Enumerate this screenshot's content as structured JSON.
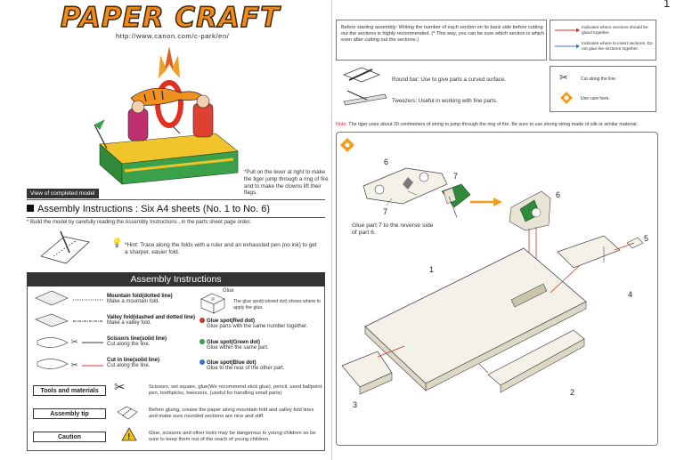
{
  "logo": {
    "text": "PAPER CRAFT",
    "url": "http://www.canon.com/c-park/en/"
  },
  "model": {
    "caption": "View of completed model",
    "pull_note": "*Pull on the lever at right to make the tiger jump through a ring of fire and to make the clowns lift their flags."
  },
  "page_number": "1",
  "assembly": {
    "heading": "Assembly Instructions : Six A4 sheets (No. 1 to No. 6)",
    "build_note": "* Build the model by carefully reading the Assembly Instructions , in the parts sheet page order.",
    "hint": "*Hint: Trace along the folds with a ruler and an exhausted pen (no ink) to get a sharper, easier fold."
  },
  "instructions": {
    "title": "Assembly Instructions",
    "folds": [
      {
        "title": "Mountain fold(dotted line)",
        "desc": "Make a mountain fold."
      },
      {
        "title": "Valley fold(dashed and dotted line)",
        "desc": "Make a valley fold."
      },
      {
        "title": "Scissors line(solid line)",
        "desc": "Cut along the line."
      },
      {
        "title": "Cut in line(solid line)",
        "desc": "Cut along the line."
      }
    ],
    "glue_label": "Glue",
    "glue_note": "The glue spot(colored dot) shows where to apply the glue.",
    "glue_spots": [
      {
        "title": "Glue spot(Red dot)",
        "desc": "Glue parts with the same number together.",
        "color": "#d0342c"
      },
      {
        "title": "Glue spot(Green dot)",
        "desc": "Glue within the same part.",
        "color": "#3f9a4a"
      },
      {
        "title": "Glue spot(Blue dot)",
        "desc": "Glue to the rear of the other part.",
        "color": "#3b78c4"
      }
    ],
    "rows": [
      {
        "label": "Tools and materials",
        "text": "Scissors, set square, glue(We recommend stick glue), pencil, used ballpoint pen, toothpicks, tweezers, (useful for handling small parts)"
      },
      {
        "label": "Assembly tip",
        "text": "Before gluing, crease the paper along mountain fold and valley fold lines and make sure rounded sections are nice and stiff."
      },
      {
        "label": "Caution",
        "text": "Glue, scissors and other tools may be dangerous to young children so be sure to keep them out of the reach of young children."
      }
    ]
  },
  "right": {
    "intro": "Before starting assembly: Writing the number of each section on its back side before cutting out the sections is highly recommended. (* This way, you can be sure which section is which even after cutting out the sections.)",
    "legend_red": "Indicates where sections should be glued together.",
    "legend_blue": "Indicates where to insert sections. Do not glue the sections together.",
    "round_bar": "Round bar: Use to give parts a curved surface.",
    "tweezers": "Tweezers: Useful in working with fine parts.",
    "cut_line": "Cut along the line.",
    "use_care": "Use care here.",
    "note_label": "Note:",
    "note_text": "The tiger uses about 20 centimeters of string to jump through the ring of fire. Be sure to use strong string made of silk or similar material.",
    "glue_part7": "Glue part 7 to the reverse side of part 6.",
    "parts": [
      "6",
      "7",
      "7",
      "6",
      "5",
      "1",
      "4",
      "3",
      "2"
    ]
  }
}
